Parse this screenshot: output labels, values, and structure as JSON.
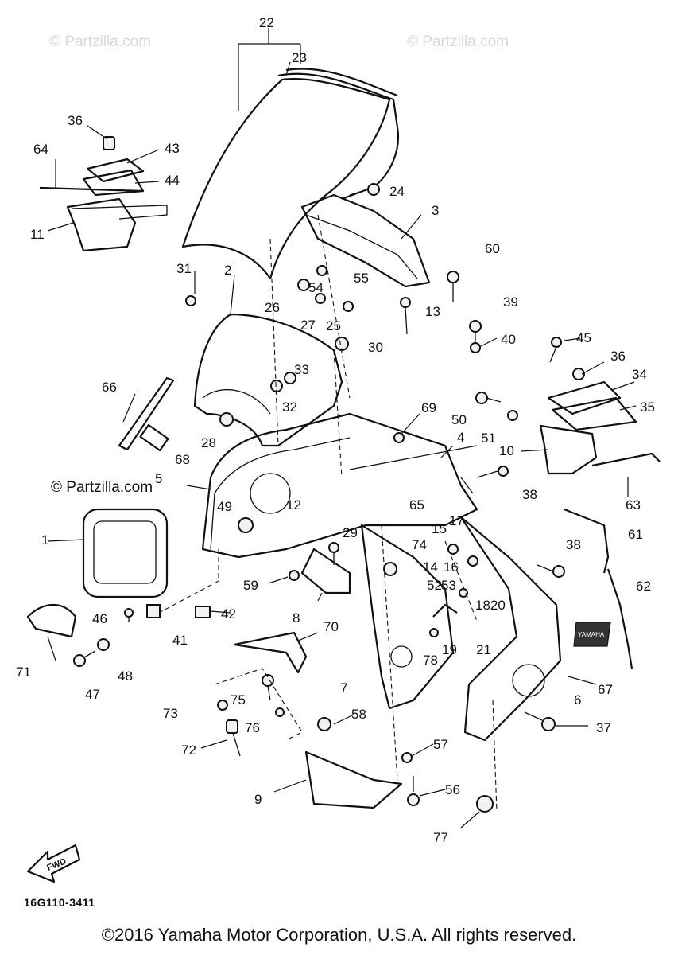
{
  "watermarks": {
    "top_left": "© Partzilla.com",
    "top_right": "© Partzilla.com",
    "mid_left": "© Partzilla.com"
  },
  "part_labels": [
    "22",
    "23",
    "36",
    "43",
    "64",
    "44",
    "24",
    "3",
    "11",
    "60",
    "31",
    "2",
    "54",
    "55",
    "26",
    "27",
    "25",
    "13",
    "39",
    "40",
    "30",
    "45",
    "36",
    "34",
    "33",
    "32",
    "66",
    "69",
    "50",
    "35",
    "28",
    "4",
    "51",
    "10",
    "68",
    "5",
    "38",
    "65",
    "63",
    "49",
    "12",
    "29",
    "15",
    "17",
    "61",
    "1",
    "74",
    "38",
    "14",
    "16",
    "59",
    "52",
    "53",
    "62",
    "42",
    "8",
    "1820",
    "46",
    "41",
    "70",
    "19",
    "21",
    "71",
    "78",
    "67",
    "7",
    "48",
    "6",
    "47",
    "75",
    "73",
    "58",
    "37",
    "76",
    "72",
    "57",
    "9",
    "56",
    "77"
  ],
  "footer": {
    "diagram_code": "16G110-3411",
    "copyright": "©2016 Yamaha Motor Corporation, U.S.A. All rights reserved."
  },
  "fwd_arrow_text": "FWD",
  "emblem_text": "YAMAHA"
}
